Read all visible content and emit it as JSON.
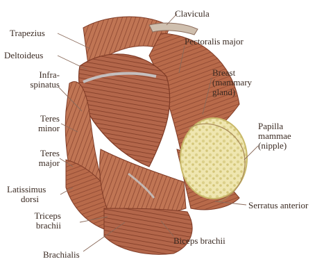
{
  "labels": {
    "clavicula": "Clavicula",
    "trapezius": "Trapezius",
    "pectoralis_major": "Pectoralis major",
    "deltoideus": "Deltoideus",
    "infraspinatus": [
      "Infra-",
      "spinatus"
    ],
    "breast": [
      "Breast",
      "(mammary",
      "gland)"
    ],
    "teres_minor": [
      "Teres",
      "minor"
    ],
    "papilla": [
      "Papilla",
      "mammae",
      "(nipple)"
    ],
    "teres_major": [
      "Teres",
      "major"
    ],
    "latissimus": [
      "Latissimus",
      "dorsi"
    ],
    "serratus": "Serratus anterior",
    "triceps": [
      "Triceps",
      "brachii"
    ],
    "biceps": "Biceps brachii",
    "brachialis": "Brachialis"
  },
  "colors": {
    "muscle": "#b86a4a",
    "muscle_dark": "#7e3a25",
    "muscle_light": "#d99a78",
    "tendon": "#c9d6dc",
    "gland": "#efe6b0",
    "gland_dark": "#c9b96a",
    "label_text": "#3a2a22",
    "leader": "#8a6a5a"
  }
}
